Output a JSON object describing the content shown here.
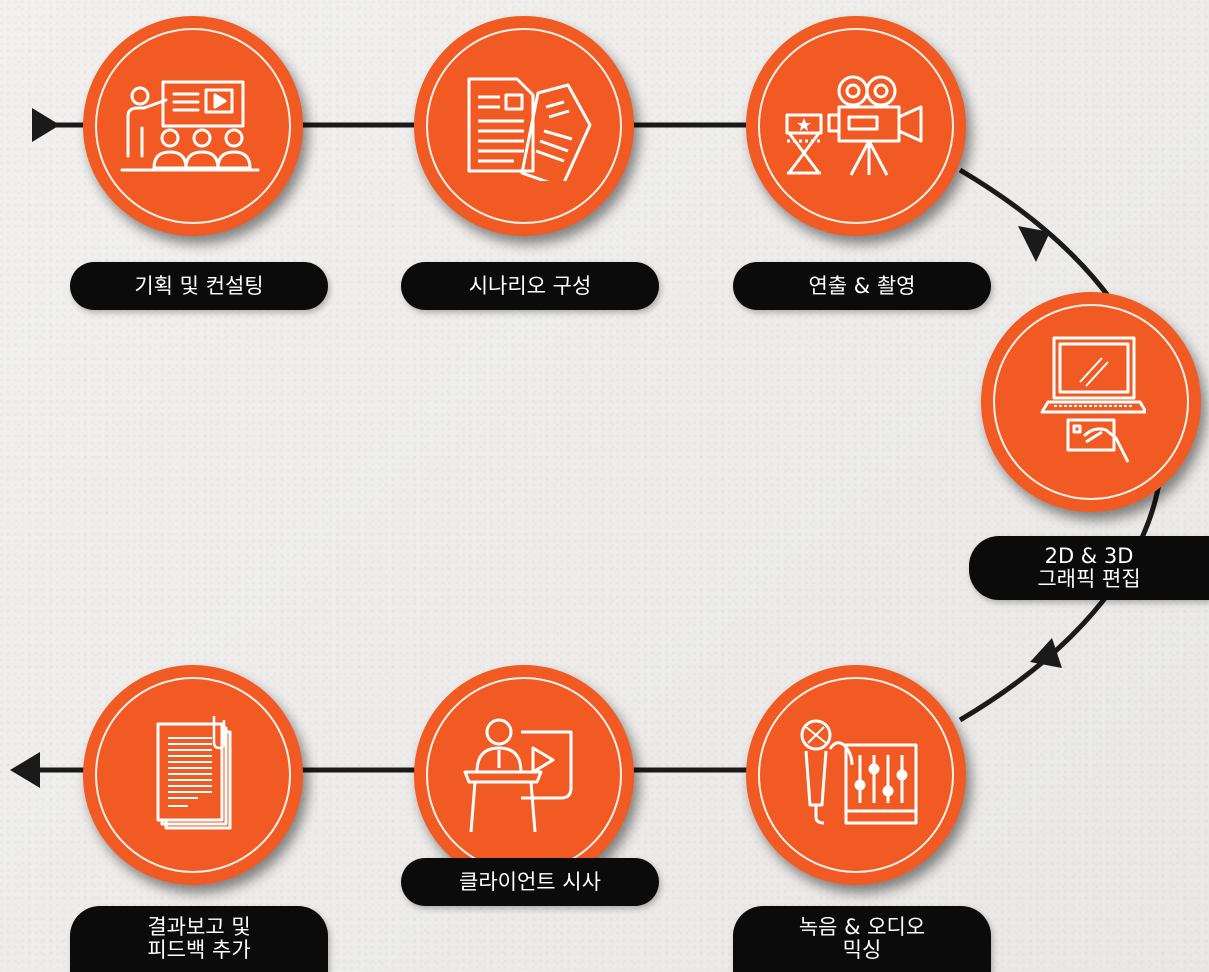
{
  "steps": [
    {
      "label": "기획 및 컨설팅",
      "icon": "presentation-audience-icon"
    },
    {
      "label": "시나리오 구성",
      "icon": "script-documents-icon"
    },
    {
      "label": "연출 & 촬영",
      "icon": "film-camera-director-chair-icon"
    },
    {
      "label": "2D & 3D\n그래픽 편집",
      "icon": "laptop-drawing-tablet-icon"
    },
    {
      "label": "녹음 & 오디오\n믹싱",
      "icon": "microphone-mixer-icon"
    },
    {
      "label": "클라이언트 시사",
      "icon": "presenter-screen-icon"
    },
    {
      "label": "결과보고 및\n피드백 추가",
      "icon": "report-paperclip-icon"
    }
  ],
  "colors": {
    "accent": "#f15a22",
    "pill": "#0b0b0b",
    "line": "#1a1a1a"
  }
}
